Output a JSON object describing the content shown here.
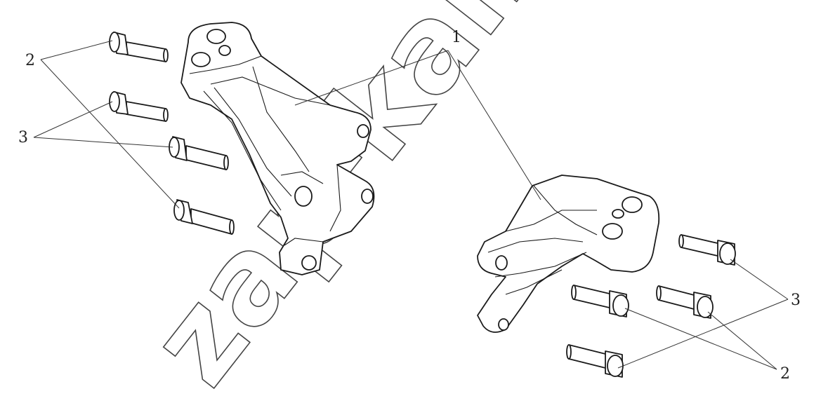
{
  "callouts": {
    "part1": "1",
    "part2_left": "2",
    "part3_left": "3",
    "part3_right": "3",
    "part2_right": "2"
  },
  "watermark": "zap-kam.ru"
}
